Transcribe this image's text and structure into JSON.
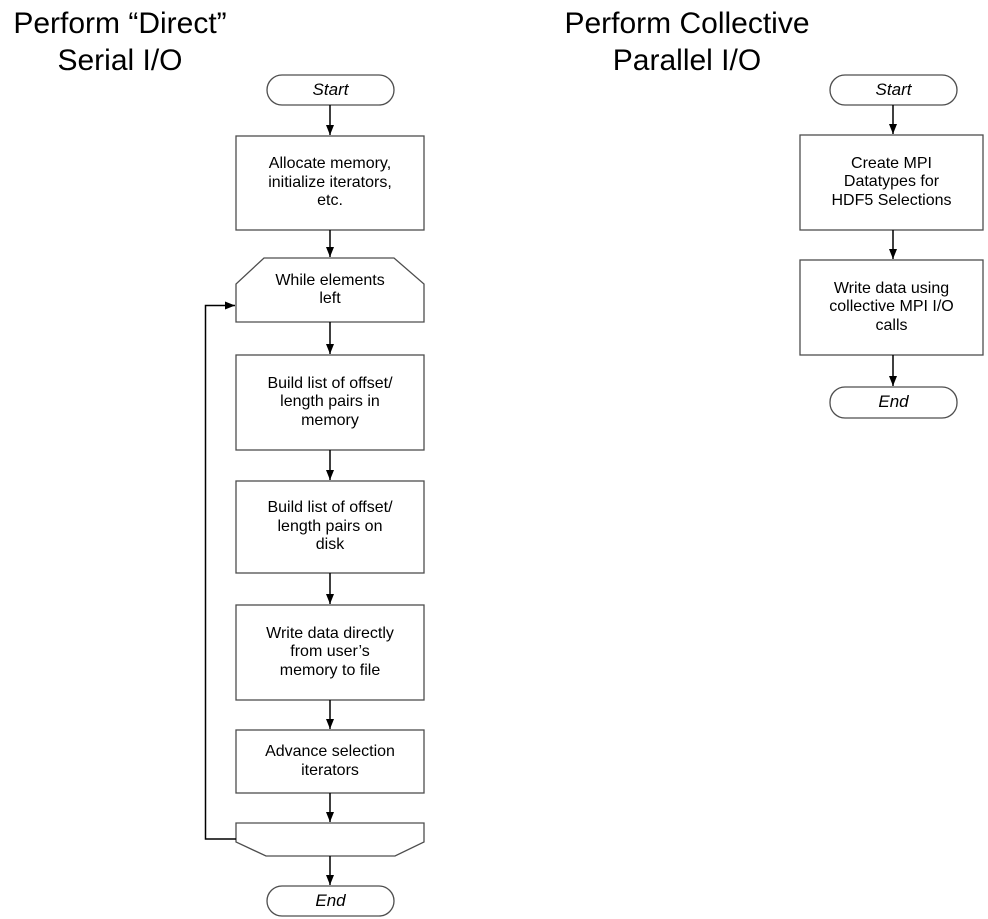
{
  "flowcharts": {
    "serial": {
      "title": "Perform “Direct”\nSerial I/O",
      "start_label": "Start",
      "end_label": "End",
      "steps": {
        "allocate": {
          "label": "Allocate memory,\ninitialize iterators,\netc."
        },
        "while_loop": {
          "label": "While elements\nleft"
        },
        "build_memory": {
          "label": "Build list of offset/\nlength pairs in\nmemory"
        },
        "build_disk": {
          "label": "Build list of offset/\nlength pairs on\ndisk"
        },
        "write_direct": {
          "label": "Write data directly\nfrom user’s\nmemory to file"
        },
        "advance": {
          "label": "Advance selection\niterators"
        }
      }
    },
    "parallel": {
      "title": "Perform Collective\nParallel I/O",
      "start_label": "Start",
      "end_label": "End",
      "steps": {
        "create_datatypes": {
          "label": "Create MPI\nDatatypes for\nHDF5 Selections"
        },
        "write_collective": {
          "label": "Write data using\ncollective MPI I/O\ncalls"
        }
      }
    }
  },
  "colors": {
    "background": "#ffffff",
    "shape_border": "#4d4d4d",
    "connector": "#000000",
    "text": "#000000"
  }
}
